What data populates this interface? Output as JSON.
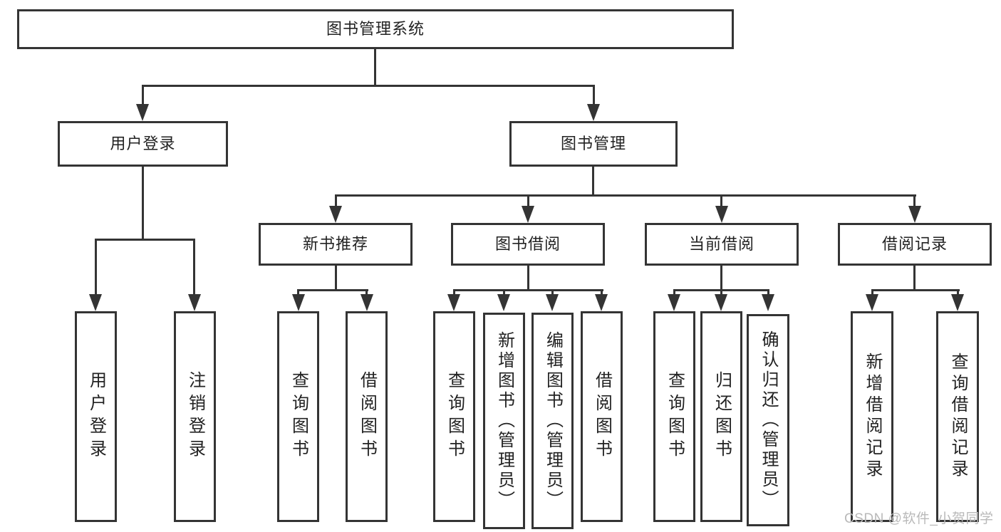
{
  "colors": {
    "line": "#343434",
    "text": "#222222",
    "watermark": "#b9b9b9",
    "background": "#ffffff"
  },
  "watermark": "CSDN @软件_小贺同学",
  "tree": {
    "root": {
      "label": "图书管理系统"
    },
    "branches": [
      {
        "label": "用户登录",
        "children": [
          {
            "label": "用户登录"
          },
          {
            "label": "注销登录"
          }
        ]
      },
      {
        "label": "图书管理",
        "children": [
          {
            "label": "新书推荐",
            "children": [
              {
                "label": "查询图书"
              },
              {
                "label": "借阅图书"
              }
            ]
          },
          {
            "label": "图书借阅",
            "children": [
              {
                "label": "查询图书"
              },
              {
                "label": "新增图书（管理员）"
              },
              {
                "label": "编辑图书（管理员）"
              },
              {
                "label": "借阅图书"
              }
            ]
          },
          {
            "label": "当前借阅",
            "children": [
              {
                "label": "查询图书"
              },
              {
                "label": "归还图书"
              },
              {
                "label": "确认归还（管理员）"
              }
            ]
          },
          {
            "label": "借阅记录",
            "children": [
              {
                "label": "新增借阅记录"
              },
              {
                "label": "查询借阅记录"
              }
            ]
          }
        ]
      }
    ]
  }
}
